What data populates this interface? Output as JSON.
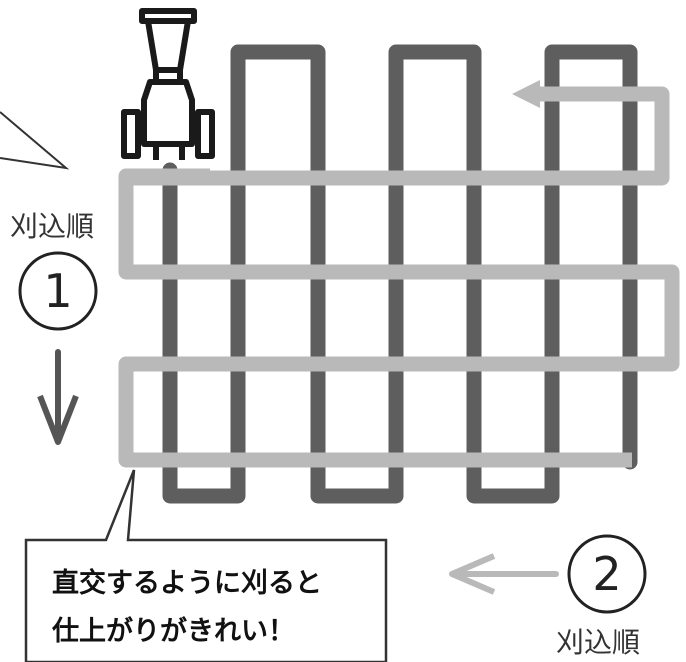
{
  "order_label_1": "刈込順",
  "order_number_1": "1",
  "order_label_2": "刈込順",
  "order_number_2": "2",
  "callout": {
    "line1": "直交するように刈ると",
    "line2": "仕上がりがきれい！"
  },
  "colors": {
    "first_pass_path": "#5e5e5e",
    "second_pass_path": "#b9b9b9",
    "arrow_down": "#555555",
    "arrow_left": "#b9b9b9",
    "mower": "#1a1a1a"
  },
  "icons": {
    "mower": "lawn-mower-icon",
    "arrow_down": "arrow-down-icon",
    "arrow_left": "arrow-left-icon"
  }
}
